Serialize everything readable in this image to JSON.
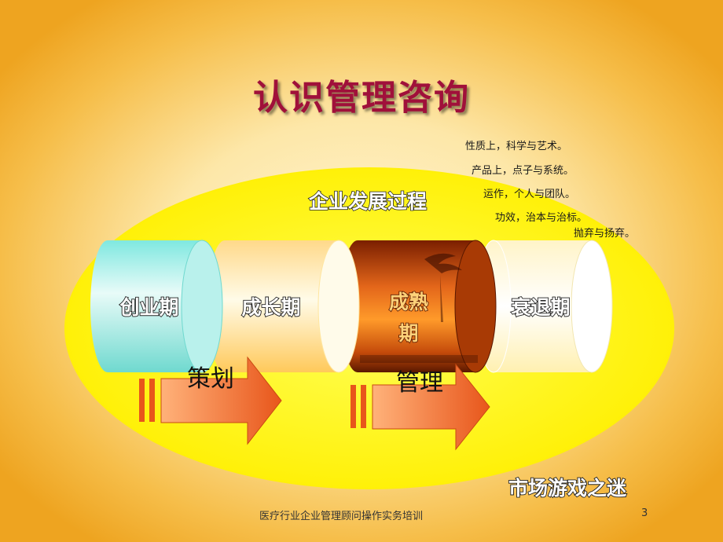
{
  "slide": {
    "title": "认识管理咨询",
    "notes": [
      "性质上，科学与艺术。",
      "产品上，点子与系统。",
      "运作，个人与团队。",
      "功效，治本与治标。",
      "抛弃与扬弃。"
    ],
    "process_label": "企业发展过程",
    "stages": [
      "创业期",
      "成长期",
      "成熟",
      "期",
      "衰退期"
    ],
    "arrows": [
      "策划",
      "管理"
    ],
    "bottom_label": "市场游戏之迷",
    "footer": "医疗行业企业管理顾问操作实务培训",
    "page_number": "3"
  },
  "colors": {
    "title": "#a0103a",
    "ellipse": "#ffff2e",
    "arrow": "#f0742a",
    "stage_label_fill": "#ffffff",
    "stage_label_outline": "#222222"
  }
}
